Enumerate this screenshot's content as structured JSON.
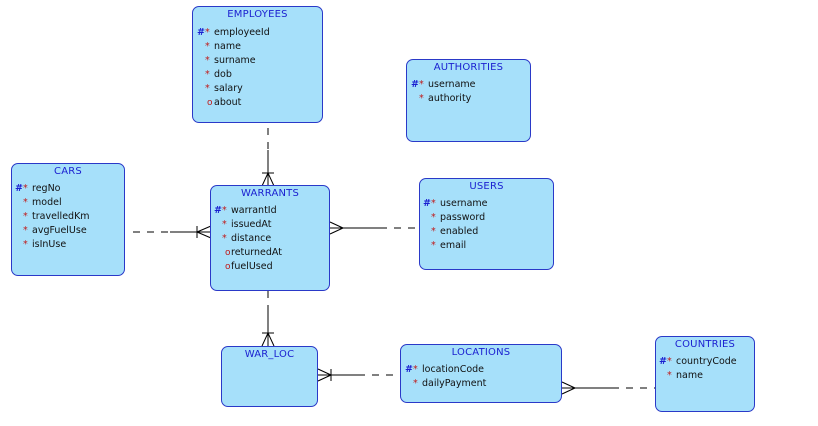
{
  "entities": {
    "employees": {
      "title": "EMPLOYEES",
      "attributes": [
        {
          "pk": true,
          "marker": "*",
          "name": "employeeId"
        },
        {
          "pk": false,
          "marker": "*",
          "name": "name"
        },
        {
          "pk": false,
          "marker": "*",
          "name": "surname"
        },
        {
          "pk": false,
          "marker": "*",
          "name": "dob"
        },
        {
          "pk": false,
          "marker": "*",
          "name": "salary"
        },
        {
          "pk": false,
          "marker": "o",
          "name": "about"
        }
      ]
    },
    "authorities": {
      "title": "AUTHORITIES",
      "attributes": [
        {
          "pk": true,
          "marker": "*",
          "name": "username"
        },
        {
          "pk": false,
          "marker": "*",
          "name": "authority"
        }
      ]
    },
    "cars": {
      "title": "CARS",
      "attributes": [
        {
          "pk": true,
          "marker": "*",
          "name": "regNo"
        },
        {
          "pk": false,
          "marker": "*",
          "name": "model"
        },
        {
          "pk": false,
          "marker": "*",
          "name": "travelledKm"
        },
        {
          "pk": false,
          "marker": "*",
          "name": "avgFuelUse"
        },
        {
          "pk": false,
          "marker": "*",
          "name": "isInUse"
        }
      ]
    },
    "warrants": {
      "title": "WARRANTS",
      "attributes": [
        {
          "pk": true,
          "marker": "*",
          "name": "warrantId"
        },
        {
          "pk": false,
          "marker": "*",
          "name": "issuedAt"
        },
        {
          "pk": false,
          "marker": "*",
          "name": "distance"
        },
        {
          "pk": false,
          "marker": "o",
          "name": "returnedAt"
        },
        {
          "pk": false,
          "marker": "o",
          "name": "fuelUsed"
        }
      ]
    },
    "users": {
      "title": "USERS",
      "attributes": [
        {
          "pk": true,
          "marker": "*",
          "name": "username"
        },
        {
          "pk": false,
          "marker": "*",
          "name": "password"
        },
        {
          "pk": false,
          "marker": "*",
          "name": "enabled"
        },
        {
          "pk": false,
          "marker": "*",
          "name": "email"
        }
      ]
    },
    "war_loc": {
      "title": "WAR_LOC",
      "attributes": []
    },
    "locations": {
      "title": "LOCATIONS",
      "attributes": [
        {
          "pk": true,
          "marker": "*",
          "name": "locationCode"
        },
        {
          "pk": false,
          "marker": "*",
          "name": "dailyPayment"
        }
      ]
    },
    "countries": {
      "title": "COUNTRIES",
      "attributes": [
        {
          "pk": true,
          "marker": "*",
          "name": "countryCode"
        },
        {
          "pk": false,
          "marker": "*",
          "name": "name"
        }
      ]
    }
  },
  "relationships": [
    {
      "from": "employees",
      "to": "warrants",
      "to_end": "one-to-many"
    },
    {
      "from": "cars",
      "to": "warrants",
      "to_end": "one-to-many"
    },
    {
      "from": "users",
      "to": "warrants",
      "to_end": "many"
    },
    {
      "from": "warrants",
      "to": "war_loc",
      "to_end": "one-to-many"
    },
    {
      "from": "locations",
      "to": "war_loc",
      "to_end": "one-to-many"
    },
    {
      "from": "countries",
      "to": "locations",
      "to_end": "many"
    }
  ],
  "colors": {
    "entity_fill": "#a6e0fa",
    "entity_border": "#2a39c8",
    "title_text": "#1a1fd0",
    "pk_marker": "#1a1fd0",
    "required_marker": "#c01818",
    "line": "#000000"
  }
}
